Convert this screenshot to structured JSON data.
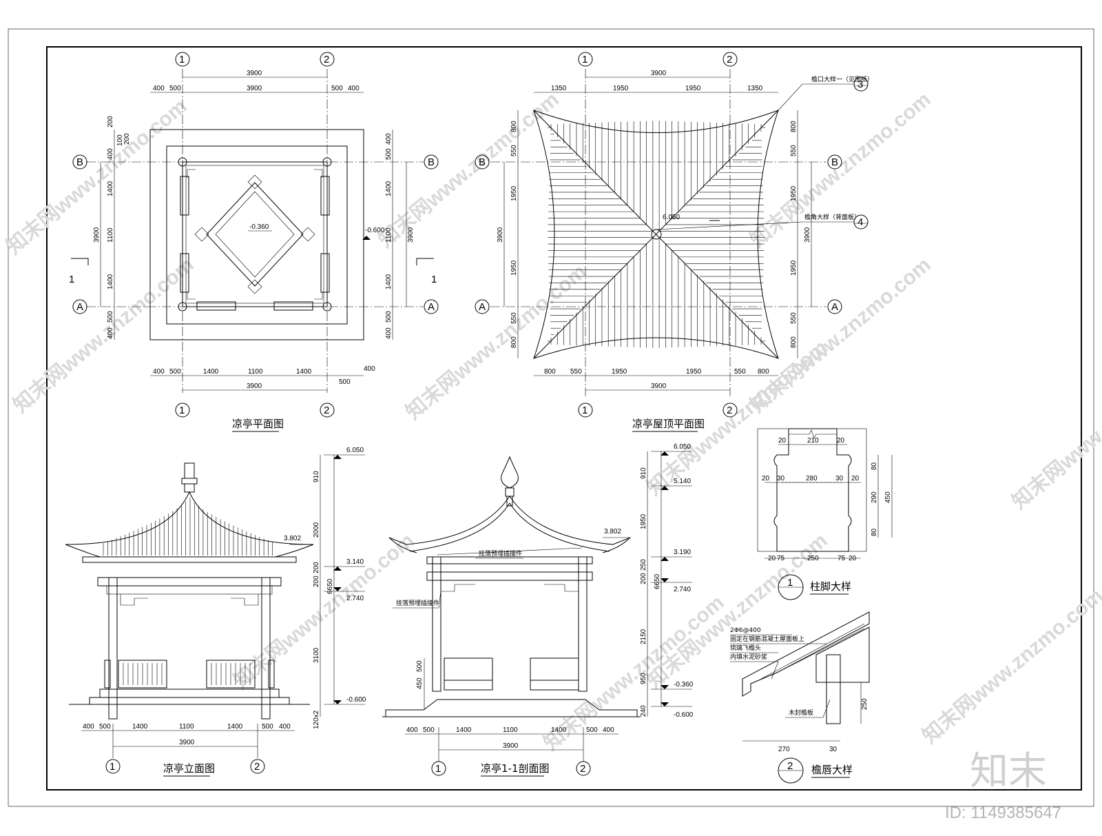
{
  "titles": {
    "plan": "凉亭平面图",
    "roof_plan": "凉亭屋顶平面图",
    "elevation": "凉亭立面图",
    "section": "凉亭1-1剖面图",
    "detail1": "柱脚大样",
    "detail2": "檐唇大样"
  },
  "detail_numbers": {
    "d1": "1",
    "d2": "2",
    "d3": "3",
    "d4": "4"
  },
  "axes": {
    "a1": "1",
    "a2": "2",
    "aA": "A",
    "aB": "B",
    "sec": "1"
  },
  "plan": {
    "top_total": "3900",
    "top": [
      "400",
      "500",
      "3900",
      "500",
      "400"
    ],
    "bottom": [
      "400",
      "500",
      "1400",
      "1100",
      "1400",
      "400",
      "500"
    ],
    "bottom_total": "3900",
    "left": [
      "200",
      "200",
      "100",
      "400",
      "1400",
      "1100",
      "1400",
      "500",
      "400"
    ],
    "left_total": "3900",
    "right": [
      "400",
      "500",
      "1400",
      "1100",
      "1400",
      "500",
      "400"
    ],
    "right_total": "3900",
    "elev_inner": "-0.360",
    "elev_outer": "-0.600"
  },
  "roof": {
    "top_total": "3900",
    "top": [
      "1350",
      "1950",
      "1950",
      "1350"
    ],
    "bottom": [
      "800",
      "550",
      "1950",
      "1950",
      "550",
      "800"
    ],
    "bottom_total": "3900",
    "left": [
      "800",
      "550",
      "1950",
      "1950",
      "550",
      "800"
    ],
    "left_total": "3900",
    "right": [
      "800",
      "550",
      "1950",
      "1950",
      "550",
      "800"
    ],
    "right_total": "3900",
    "apex": "6.050",
    "note3": "檐口大样一（见图纸）",
    "note4": "檐角大样（背面板）"
  },
  "elevation": {
    "levels": [
      "6.050",
      "3.802",
      "3.140",
      "2.740",
      "-0.600"
    ],
    "vert": [
      "910",
      "2000",
      "200",
      "200",
      "3100",
      "6650",
      "120x2"
    ],
    "bottom": [
      "400",
      "500",
      "1400",
      "1100",
      "1400",
      "500",
      "400"
    ],
    "bottom_total": "3900"
  },
  "section": {
    "levels": [
      "6.050",
      "5.140",
      "3.802",
      "3.190",
      "2.740",
      "-0.360",
      "-0.600"
    ],
    "vert": [
      "910",
      "1950",
      "250",
      "200",
      "2150",
      "6650",
      "950",
      "450",
      "500",
      "240"
    ],
    "note_top": "挂落预埋插接件",
    "note_mid": "挂落预埋插接件",
    "bottom": [
      "400",
      "500",
      "1400",
      "1100",
      "1400",
      "500",
      "400"
    ],
    "bottom_total": "3900"
  },
  "detail1": {
    "top": [
      "20",
      "210",
      "20"
    ],
    "mid": [
      "20",
      "30",
      "280",
      "30",
      "20"
    ],
    "bottom": [
      "20",
      "75",
      "250",
      "75",
      "20"
    ],
    "right": [
      "80",
      "290",
      "80",
      "450"
    ]
  },
  "detail2": {
    "notes": [
      "2Φ6@400",
      "固定在钢筋混凝土屋面板上",
      "琉璃飞檐头",
      "内填水泥砂浆",
      "木封檐板"
    ],
    "dims": [
      "270",
      "30",
      "250"
    ]
  },
  "watermarks": {
    "text": "知末网www.znzmo.com",
    "brand": "知末",
    "id": "ID: 1149385647"
  }
}
